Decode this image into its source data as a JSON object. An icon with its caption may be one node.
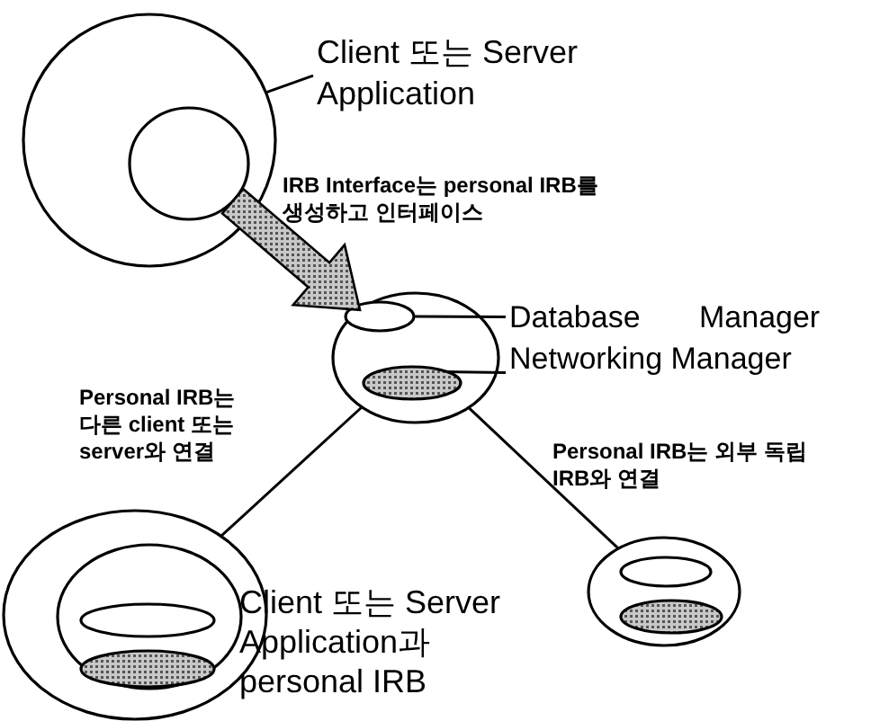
{
  "diagram": {
    "nodes": [
      {
        "text": [
          "Client 또는 Server Application"
        ]
      },
      {
        "text": [],
        "shape": "circle"
      },
      {
        "text": [],
        "shape": "circle",
        "in": 1
      },
      {
        "text": [],
        "shape": "circle"
      },
      {
        "text": [],
        "shape": "ellipse",
        "in": 3
      },
      {
        "text": [],
        "shape": "ellipse",
        "in": 3
      },
      {
        "text": [
          "Database Manager"
        ]
      },
      {
        "text": [
          "Networking Manager"
        ]
      },
      {
        "text": [
          "Client 또는 Server Application과 personal IRB"
        ]
      },
      {
        "text": [],
        "shape": "circle",
        "in": 8
      },
      {
        "text": [],
        "shape": "ellipse",
        "in": 9
      },
      {
        "text": [],
        "shape": "ellipse",
        "in": 9
      },
      {
        "text": [],
        "shape": "circle"
      },
      {
        "text": [],
        "shape": "ellipse",
        "in": 12
      },
      {
        "text": [],
        "shape": "ellipse",
        "in": 12
      }
    ],
    "edges": [
      {
        "from": 2,
        "to": 3,
        "arrow": "to",
        "style": "thick",
        "label": "IRB Interface는 personal IRB를 생성하고 인터페이스"
      },
      {
        "from": 0,
        "to": 1,
        "arrow": "none"
      },
      {
        "from": 6,
        "to": 4,
        "arrow": "none"
      },
      {
        "from": 7,
        "to": 5,
        "arrow": "none"
      },
      {
        "from": 3,
        "to": 8,
        "arrow": "none",
        "label": "Personal IRB는 다른 client 또는 server와 연결"
      },
      {
        "from": 3,
        "to": 12,
        "arrow": "none",
        "label": "Personal IRB는 외부 독립 IRB와 연결"
      }
    ]
  }
}
